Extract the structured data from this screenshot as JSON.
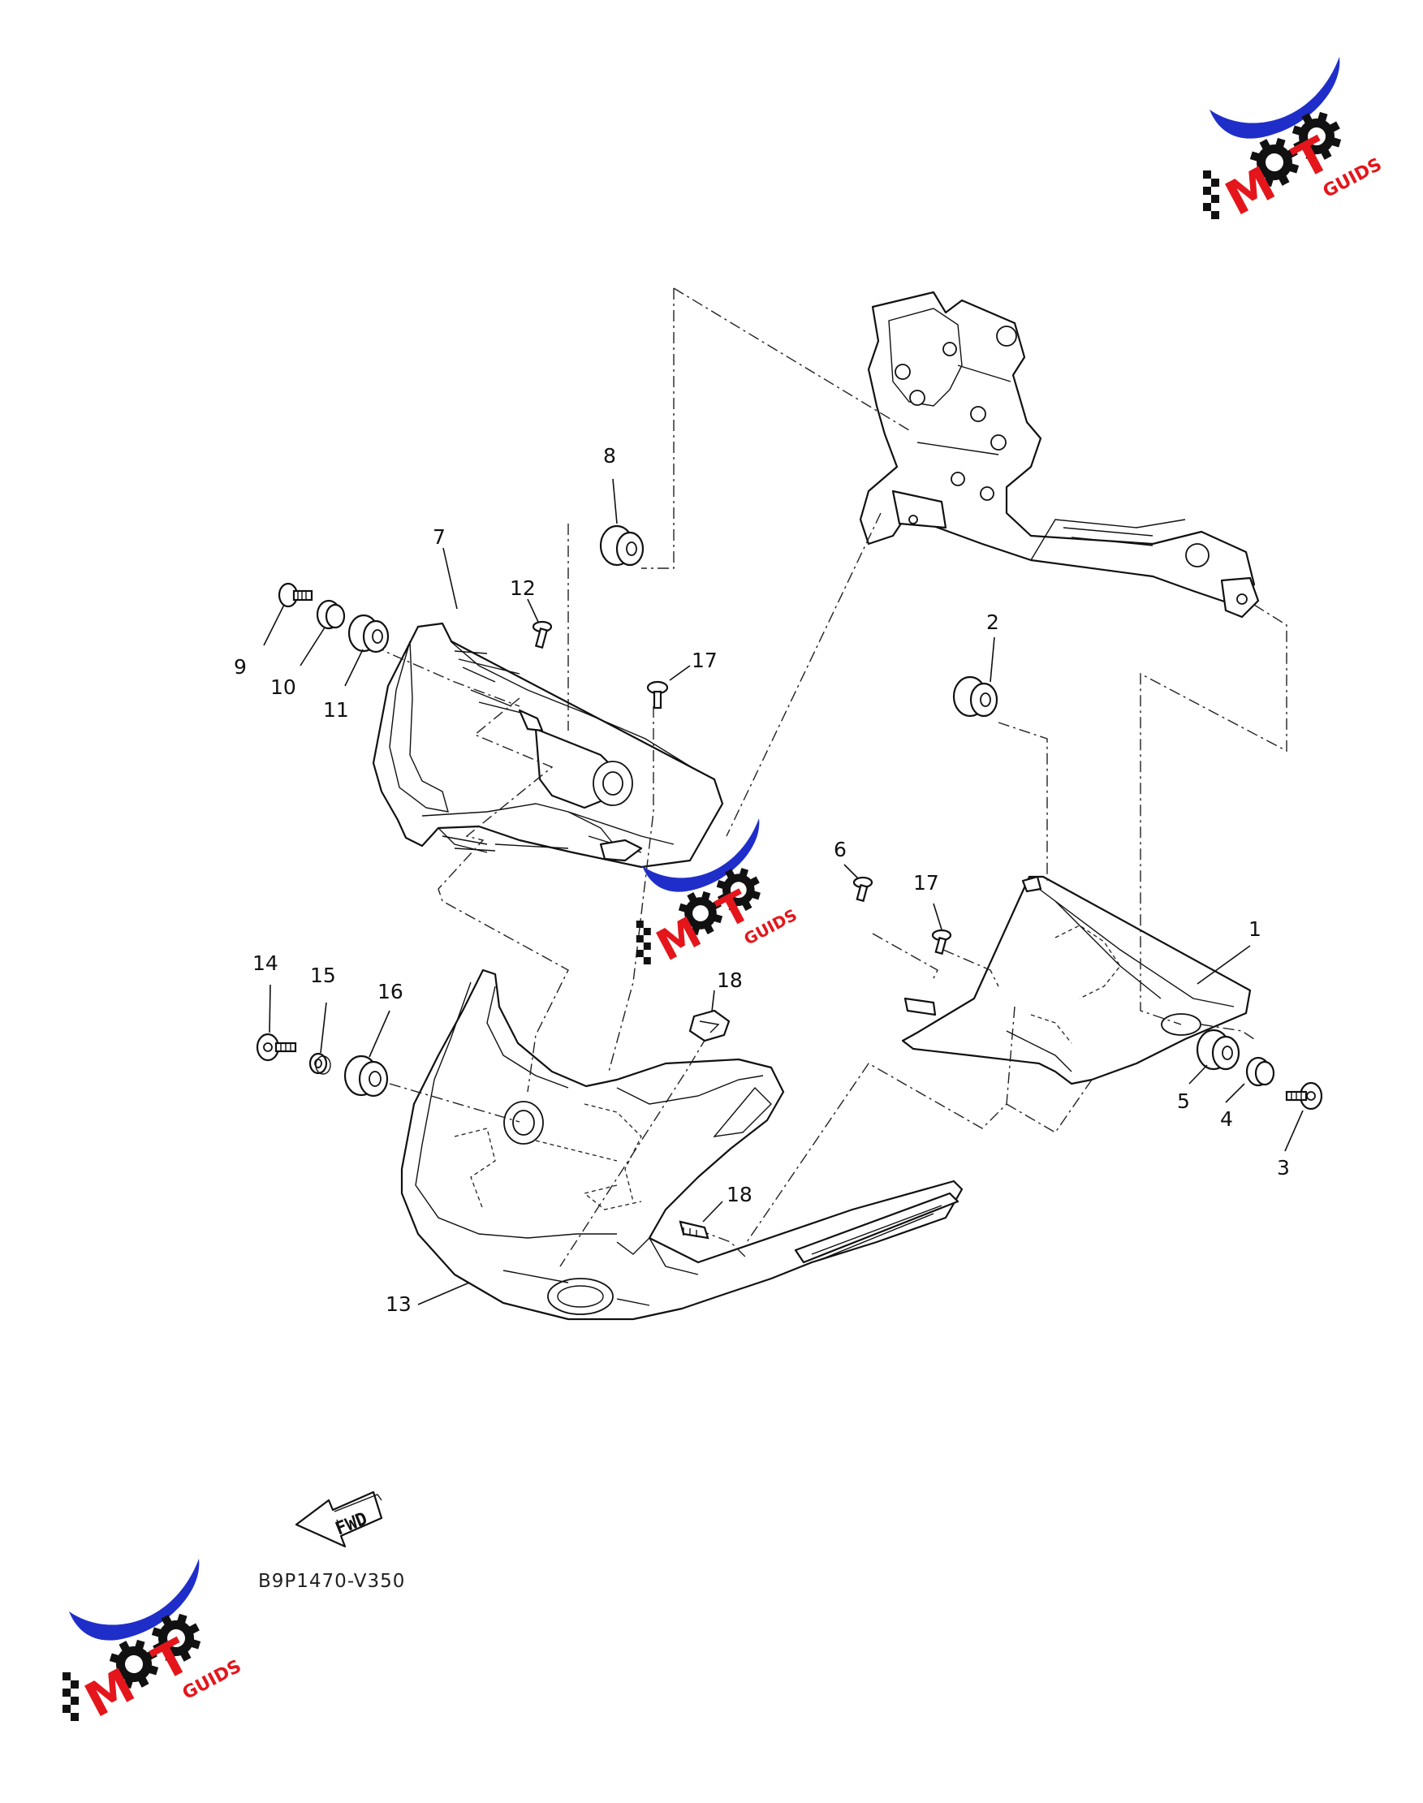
{
  "diagram_code": "B9P1470-V350",
  "fwd_label": "FWD",
  "logo": {
    "brand": "MOTO",
    "suffix": "GUIDS",
    "colors": {
      "swoosh": "#1f2ec9",
      "red": "#e4161b",
      "black": "#111111"
    }
  },
  "callouts": {
    "c1": "1",
    "c2": "2",
    "c3": "3",
    "c4": "4",
    "c5": "5",
    "c6": "6",
    "c7": "7",
    "c8": "8",
    "c9": "9",
    "c10": "10",
    "c11": "11",
    "c12": "12",
    "c13": "13",
    "c14": "14",
    "c15": "15",
    "c16": "16",
    "c17a": "17",
    "c17b": "17",
    "c18a": "18",
    "c18b": "18"
  }
}
